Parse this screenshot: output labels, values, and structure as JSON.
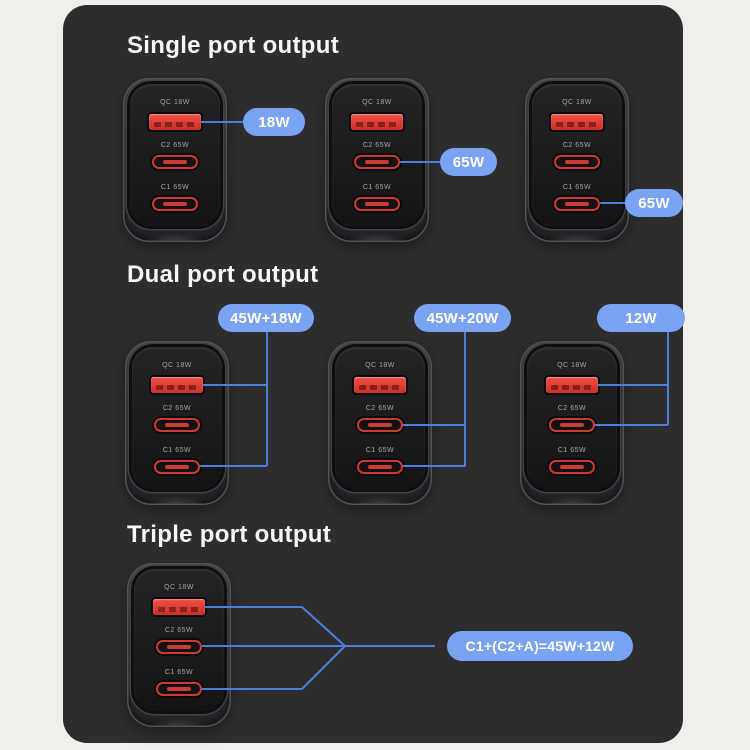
{
  "sections": {
    "single": "Single port output",
    "dual": "Dual port output",
    "triple": "Triple port output"
  },
  "charger_ports": [
    {
      "name": "usb-a",
      "label": "QC 18W"
    },
    {
      "name": "usb-c2",
      "label": "C2 65W"
    },
    {
      "name": "usb-c1",
      "label": "C1 65W"
    }
  ],
  "callouts": {
    "single_a": "18W",
    "single_c2": "65W",
    "single_c1": "65W",
    "dual_a_c1": "45W+18W",
    "dual_c2_c1": "45W+20W",
    "dual_a_c2": "12W",
    "triple": "C1+(C2+A)=45W+12W"
  },
  "colors": {
    "page_bg": "#f1efec",
    "panel_bg": "#2d2d2d",
    "pill_blue": "#7aa3f4",
    "line_blue": "#4c7edf",
    "port_red": "#dd3c33",
    "heading_text": "#f7f7f7"
  }
}
